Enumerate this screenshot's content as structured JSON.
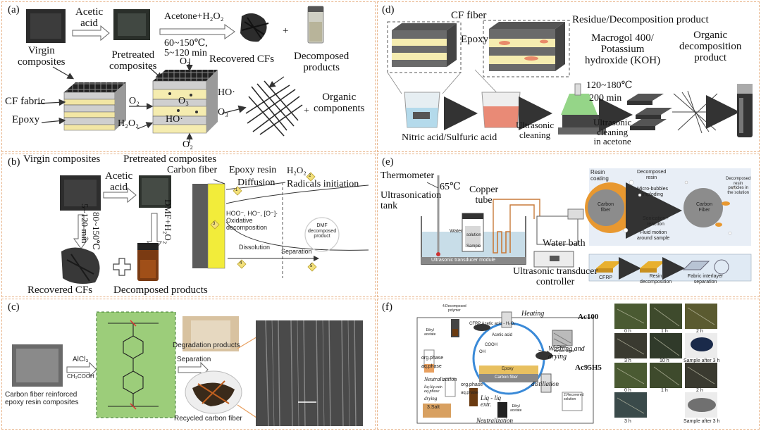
{
  "panel_a": {
    "label": "(a)",
    "acetic_acid": "Acetic\nacid",
    "conditions_reagent": "Acetone+H₂O₂",
    "conditions_temp": "60~150℃,",
    "conditions_time": "5~120 min",
    "virgin_composites": "Virgin\ncomposites",
    "pretreated_composites": "Pretreated\ncomposites",
    "recovered_cfs": "Recovered CFs",
    "decomposed_products": "Decomposed\nproducts",
    "cf_fabric": "CF fabric",
    "epoxy": "Epoxy",
    "o3_top": "O₃",
    "o2_left": "O₂",
    "o3_mid": "O₃",
    "ho_right": "HO·",
    "o3_right": "O₃",
    "ho_mid": "HO·",
    "h2o2": "H₂O₂",
    "o2_bottom": "O₂",
    "organic_components": "Organic\ncomponents",
    "plus": "+"
  },
  "panel_b": {
    "label": "(b)",
    "virgin_composites": "Virgin composites",
    "pretreated_composites": "Pretreated composites",
    "acetic_acid": "Acetic\nacid",
    "cond_temp": "80~150℃",
    "cond_time": "5~120 min",
    "dmf": "DMF+H₂O₂",
    "recovered": "Recovered CFs",
    "decomposed": "Decomposed products",
    "carbon_fiber": "Carbon fiber",
    "epoxy_resin": "Epoxy resin",
    "h2o2": "H₂O₂",
    "diffusion": "Diffusion",
    "radicals": "Radicals initiation",
    "oxidative": "HOO⁻, HO⁻, [O⁻]·\nOxidative\ndecomposition",
    "dissolution": "Dissolution",
    "separation": "Separation",
    "dmf_product": "DMF\ndecomposed\nproduct",
    "markers": [
      "1",
      "2",
      "3",
      "4",
      "5"
    ]
  },
  "panel_c": {
    "label": "(c)",
    "alcl3": "AlCl₃",
    "ch3cooh": "CH₃COOH",
    "composite_caption": "Carbon fiber reinforced\nepoxy resin composites",
    "separation": "Separation",
    "degradation": "Degradation products",
    "recycled": "Recycled carbon fiber"
  },
  "panel_d": {
    "label": "(d)",
    "cf_fiber": "CF fiber",
    "epoxy": "Epoxy",
    "residue": "Residue/Decomposition product",
    "macrogol": "Macrogol 400/\nPotassium\nhydroxide (KOH)",
    "organic": "Organic\ndecomposition\nproduct",
    "temp": "120~180℃",
    "time": "200 min",
    "nitric": "Nitric acid/Sulfuric acid",
    "ultrasonic1": "Ultrasonic\ncleaning",
    "ultrasonic2": "Ultrasonic\ncleaning\nin acetone"
  },
  "panel_e": {
    "label": "(e)",
    "thermometer": "Thermometer",
    "temp": "65℃",
    "ultra_tank": "Ultrasonication\ntank",
    "copper_tube": "Copper\ntube",
    "water": "Water",
    "solution": "solution",
    "sample": "Sample",
    "water_bath": "Water bath",
    "module": "Ultrasonic transducer module",
    "controller": "Ultrasonic transducer\ncontroller",
    "resin_coating": "Resin\ncoating",
    "carbon_fiber1": "Carbon\nfiber",
    "decomposed_resin": "Decomposed\nresin",
    "micro_bubbles": "Micro-bubbles\nimploding",
    "sonication": "Sonication+\nreaction",
    "fluid_motion": "Fluid motion\naround sample",
    "carbon_fiber2": "Carbon\nFiber",
    "resin_particles": "Decomposed\nresin\nparticles in\nthe solution",
    "cfrp": "CFRP",
    "resin_decomp": "Resin\ndecomposition",
    "fabric": "Fabric interlayer\nseparation"
  },
  "panel_f": {
    "label": "(f)",
    "decomposed_polymer": "4.Decomposed\npolymer",
    "cfrp_reagent": "CFRP  Acetic acid - H₂O₂",
    "heating": "Heating",
    "clean_cf": "1.Clean\ncarbon fibers",
    "ac100": "Ac100",
    "washing": "Washing and\ndrying",
    "ac95": "Ac95H5",
    "ethyl1": "Ethyl\nacetate",
    "org_phase": "org.phase",
    "aq_phase": "aq.phase",
    "acetic_acid": "Acetic acid",
    "cooh": "COOH",
    "oh": "OH",
    "epoxy": "Epoxy",
    "carbon_fiber": "Carbon fiber",
    "distillation": "distillation",
    "recovered_solution": "2.Recovered\nsolution",
    "neutralization1": "Neutralization",
    "liq_extr": "Liq - liq\nextr.",
    "salt": "3.Salt",
    "drying": "drying",
    "neutralization2": "Neutralization",
    "ethyl2": "Ethyl\nacetate",
    "org_phase2": "org.phase",
    "aq_phase2": "aq.phase",
    "liq_extr2": "liq-liq extr.\naq.phase",
    "t_row1": [
      "0 h",
      "1 h",
      "2 h"
    ],
    "t_row2": [
      "3 h",
      "10 h",
      "Sample after 3 h"
    ],
    "t_row3": [
      "0 h",
      "1 h",
      "2 h"
    ],
    "t_row4": [
      "3 h",
      "Sample after 3 h"
    ]
  }
}
